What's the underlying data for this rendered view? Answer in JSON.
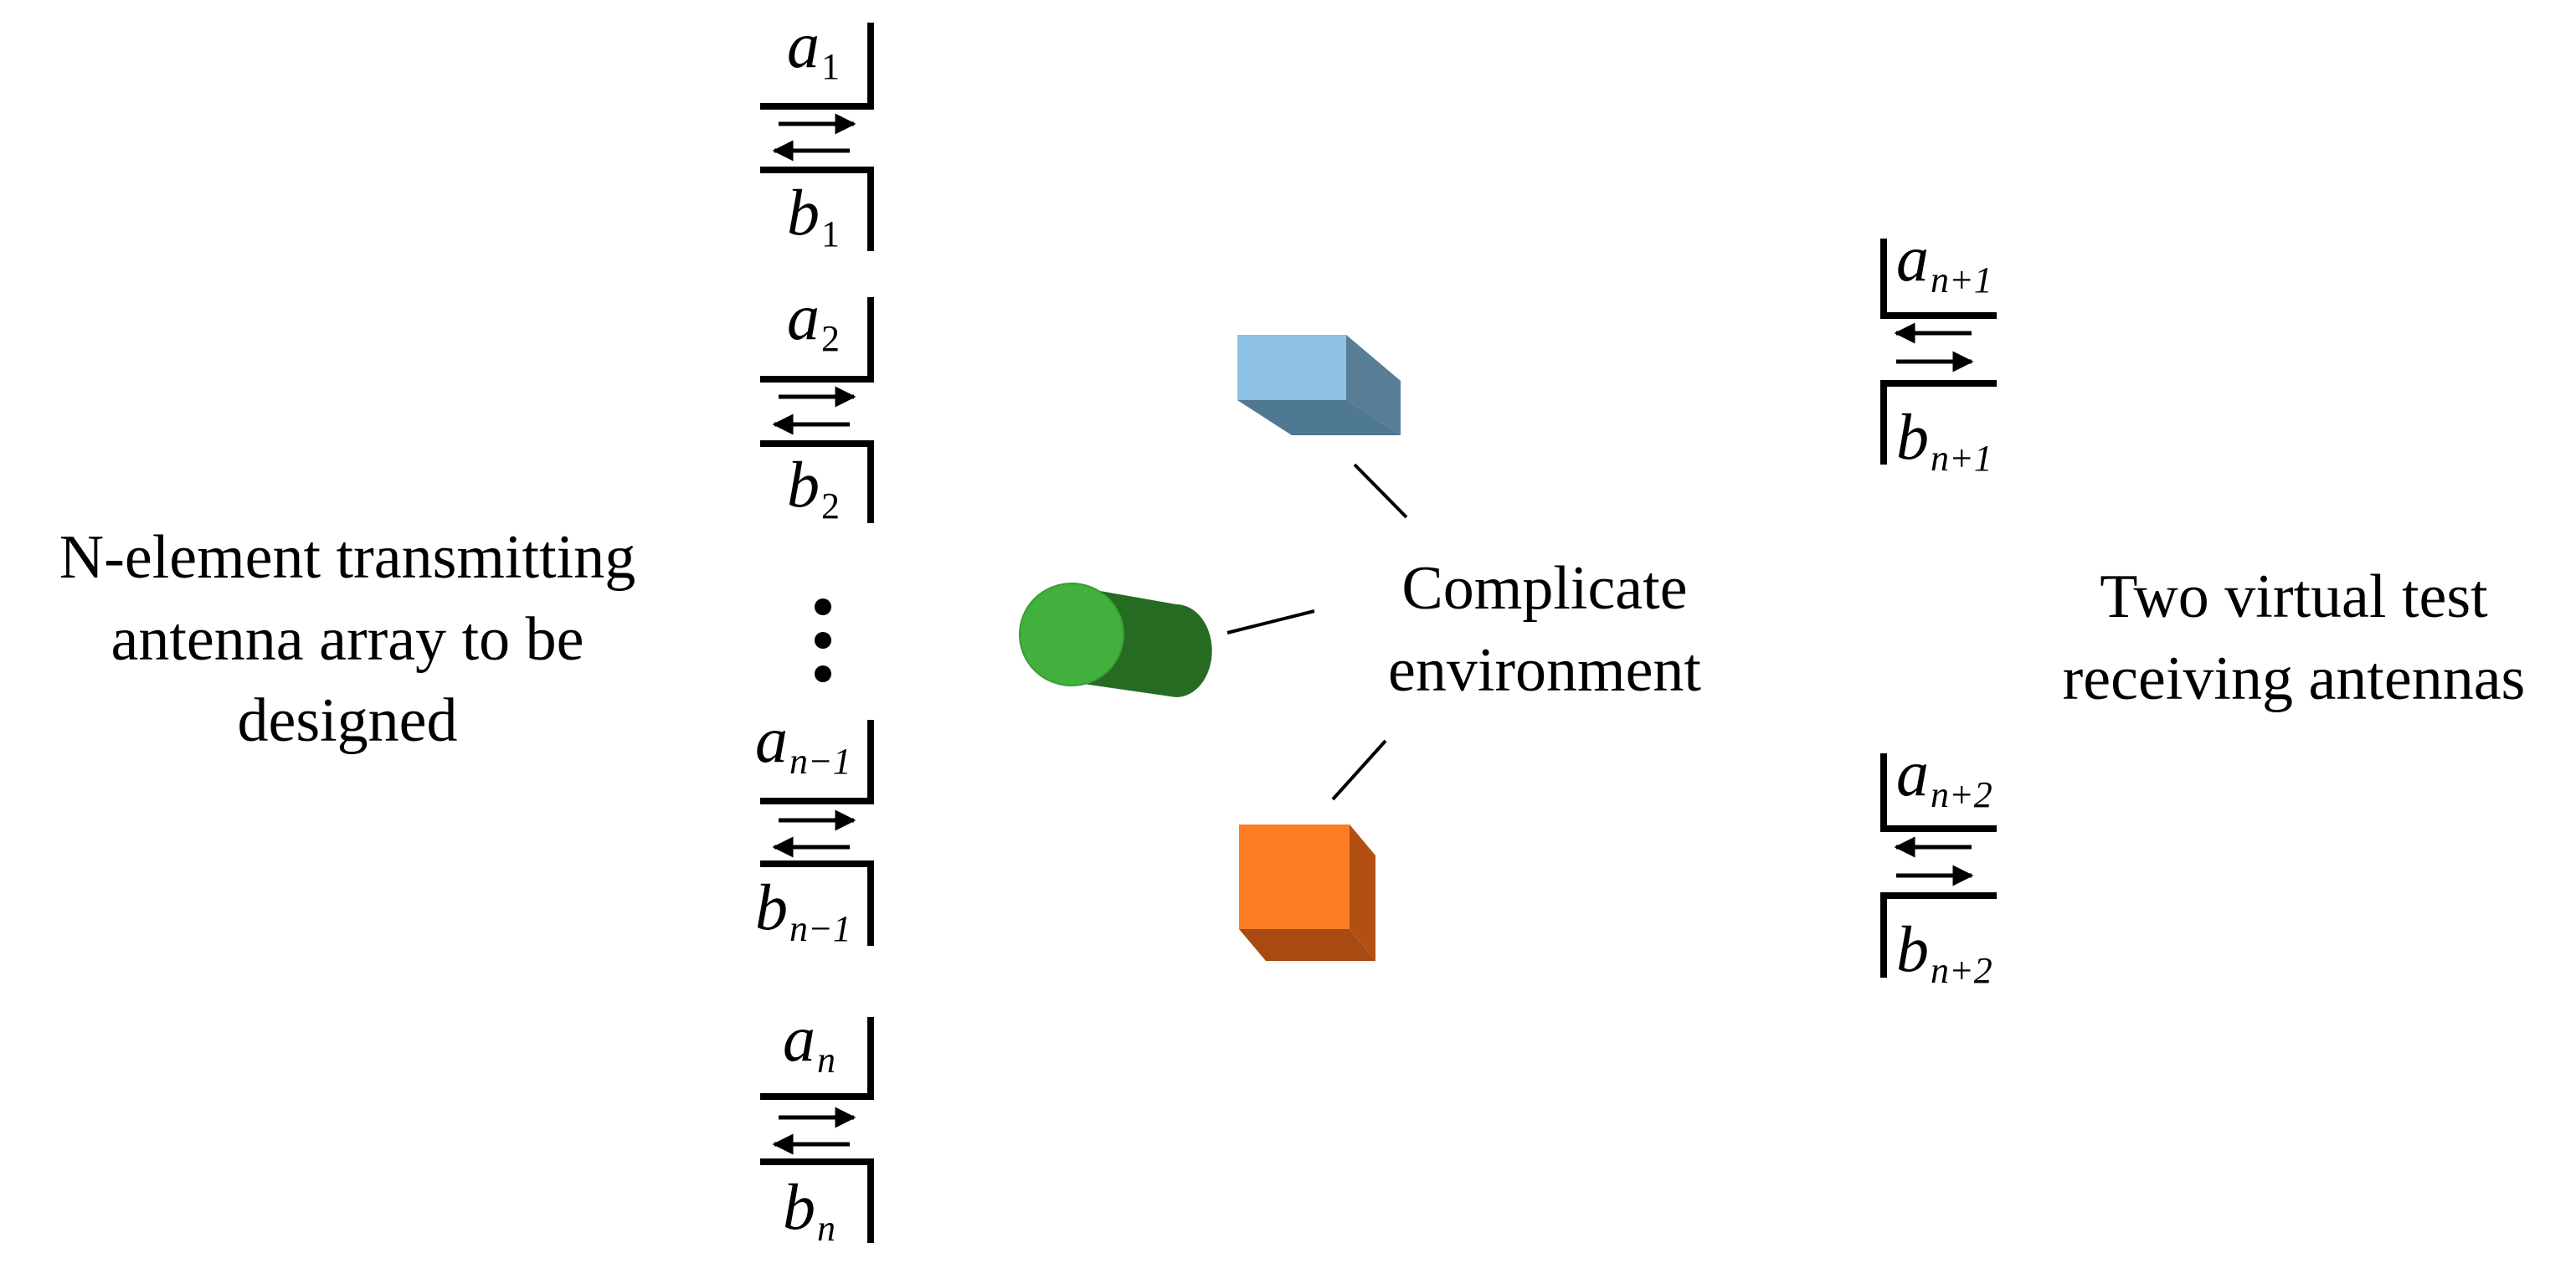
{
  "left_label": [
    "N-element transmitting",
    "antenna array to be",
    "designed"
  ],
  "center_label": [
    "Complicate",
    "environment"
  ],
  "right_label": [
    "Two virtual test",
    "receiving antennas"
  ],
  "transmit_ports": [
    {
      "a": "a",
      "a_sub": "1",
      "b": "b",
      "b_sub": "1"
    },
    {
      "a": "a",
      "a_sub": "2",
      "b": "b",
      "b_sub": "2"
    },
    {
      "a": "a",
      "a_sub": "n−1",
      "b": "b",
      "b_sub": "n−1"
    },
    {
      "a": "a",
      "a_sub": "n",
      "b": "b",
      "b_sub": "n"
    }
  ],
  "receive_ports": [
    {
      "a": "a",
      "a_sub": "n+1",
      "b": "b",
      "b_sub": "n+1"
    },
    {
      "a": "a",
      "a_sub": "n+2",
      "b": "b",
      "b_sub": "n+2"
    }
  ],
  "colors": {
    "cylinder_face": "#42b03c",
    "cylinder_body": "#256b22",
    "blue_front": "#8dc2e6",
    "blue_side": "#587d96",
    "blue_bottom": "#4f7893",
    "orange_front": "#fd7d24",
    "orange_side": "#b25013",
    "orange_bottom": "#a84b12"
  }
}
